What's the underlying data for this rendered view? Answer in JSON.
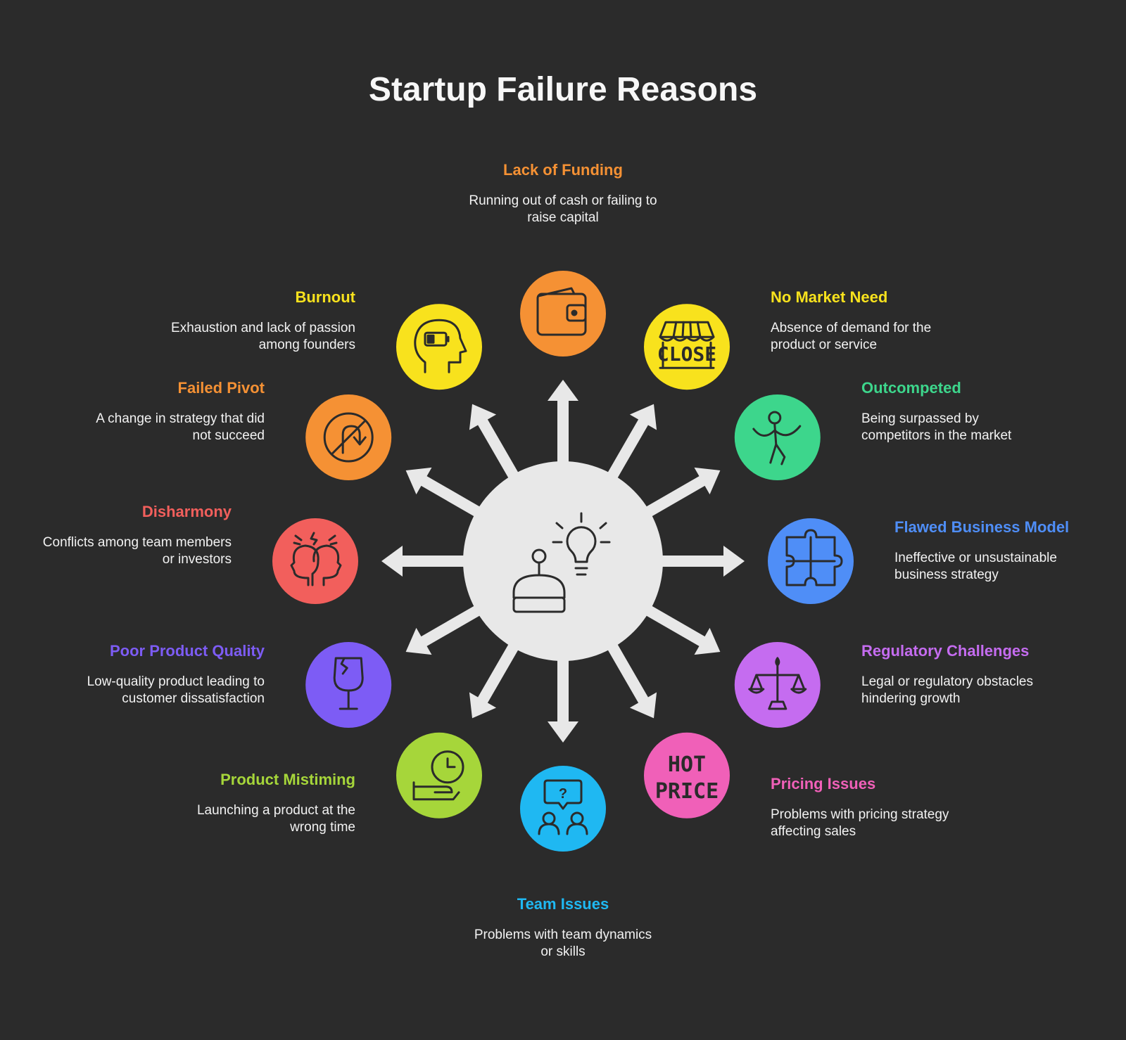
{
  "title": "Startup Failure Reasons",
  "colors": {
    "background": "#2b2b2b",
    "hub": "#e8e8e8",
    "arrow": "#e8e8e8",
    "icon_stroke": "#2b2b2b"
  },
  "hub": {
    "icons": [
      "robot-icon",
      "lightbulb-icon"
    ]
  },
  "reasons": [
    {
      "id": "lack-of-funding",
      "title": "Lack of Funding",
      "description": "Running out of cash or failing to raise capital",
      "color": "#f59134",
      "icon": "wallet-icon"
    },
    {
      "id": "no-market-need",
      "title": "No Market Need",
      "description": "Absence of demand for the product or service",
      "color": "#f8e21d",
      "icon": "closed-shop-icon",
      "icon_text": "CLOSE"
    },
    {
      "id": "outcompeted",
      "title": "Outcompeted",
      "description": "Being surpassed by competitors in the market",
      "color": "#3dd68c",
      "icon": "runner-icon"
    },
    {
      "id": "flawed-business-model",
      "title": "Flawed Business Model",
      "description": "Ineffective or unsustainable business strategy",
      "color": "#4f8ef7",
      "icon": "puzzle-icon"
    },
    {
      "id": "regulatory-challenges",
      "title": "Regulatory Challenges",
      "description": "Legal or regulatory obstacles hindering growth",
      "color": "#c56cf0",
      "icon": "scales-icon"
    },
    {
      "id": "pricing-issues",
      "title": "Pricing Issues",
      "description": "Problems with pricing strategy affecting sales",
      "color": "#f060b8",
      "icon": "hot-price-icon",
      "icon_text": [
        "HOT",
        "PRICE"
      ]
    },
    {
      "id": "team-issues",
      "title": "Team Issues",
      "description": "Problems with team dynamics or skills",
      "color": "#1fb8f2",
      "icon": "team-question-icon"
    },
    {
      "id": "product-mistiming",
      "title": "Product Mistiming",
      "description": "Launching a product at the wrong time",
      "color": "#a6d63a",
      "icon": "clock-hand-icon"
    },
    {
      "id": "poor-product-quality",
      "title": "Poor Product Quality",
      "description": "Low-quality product leading to customer dissatisfaction",
      "color": "#7d5cf5",
      "icon": "broken-glass-icon"
    },
    {
      "id": "disharmony",
      "title": "Disharmony",
      "description": "Conflicts among team members or investors",
      "color": "#f25f5c",
      "icon": "conflict-heads-icon"
    },
    {
      "id": "failed-pivot",
      "title": "Failed Pivot",
      "description": "A change in strategy that did not succeed",
      "color": "#f59134",
      "icon": "no-uturn-icon"
    },
    {
      "id": "burnout",
      "title": "Burnout",
      "description": "Exhaustion and lack of passion among founders",
      "color": "#f8e21d",
      "icon": "low-battery-head-icon"
    }
  ]
}
